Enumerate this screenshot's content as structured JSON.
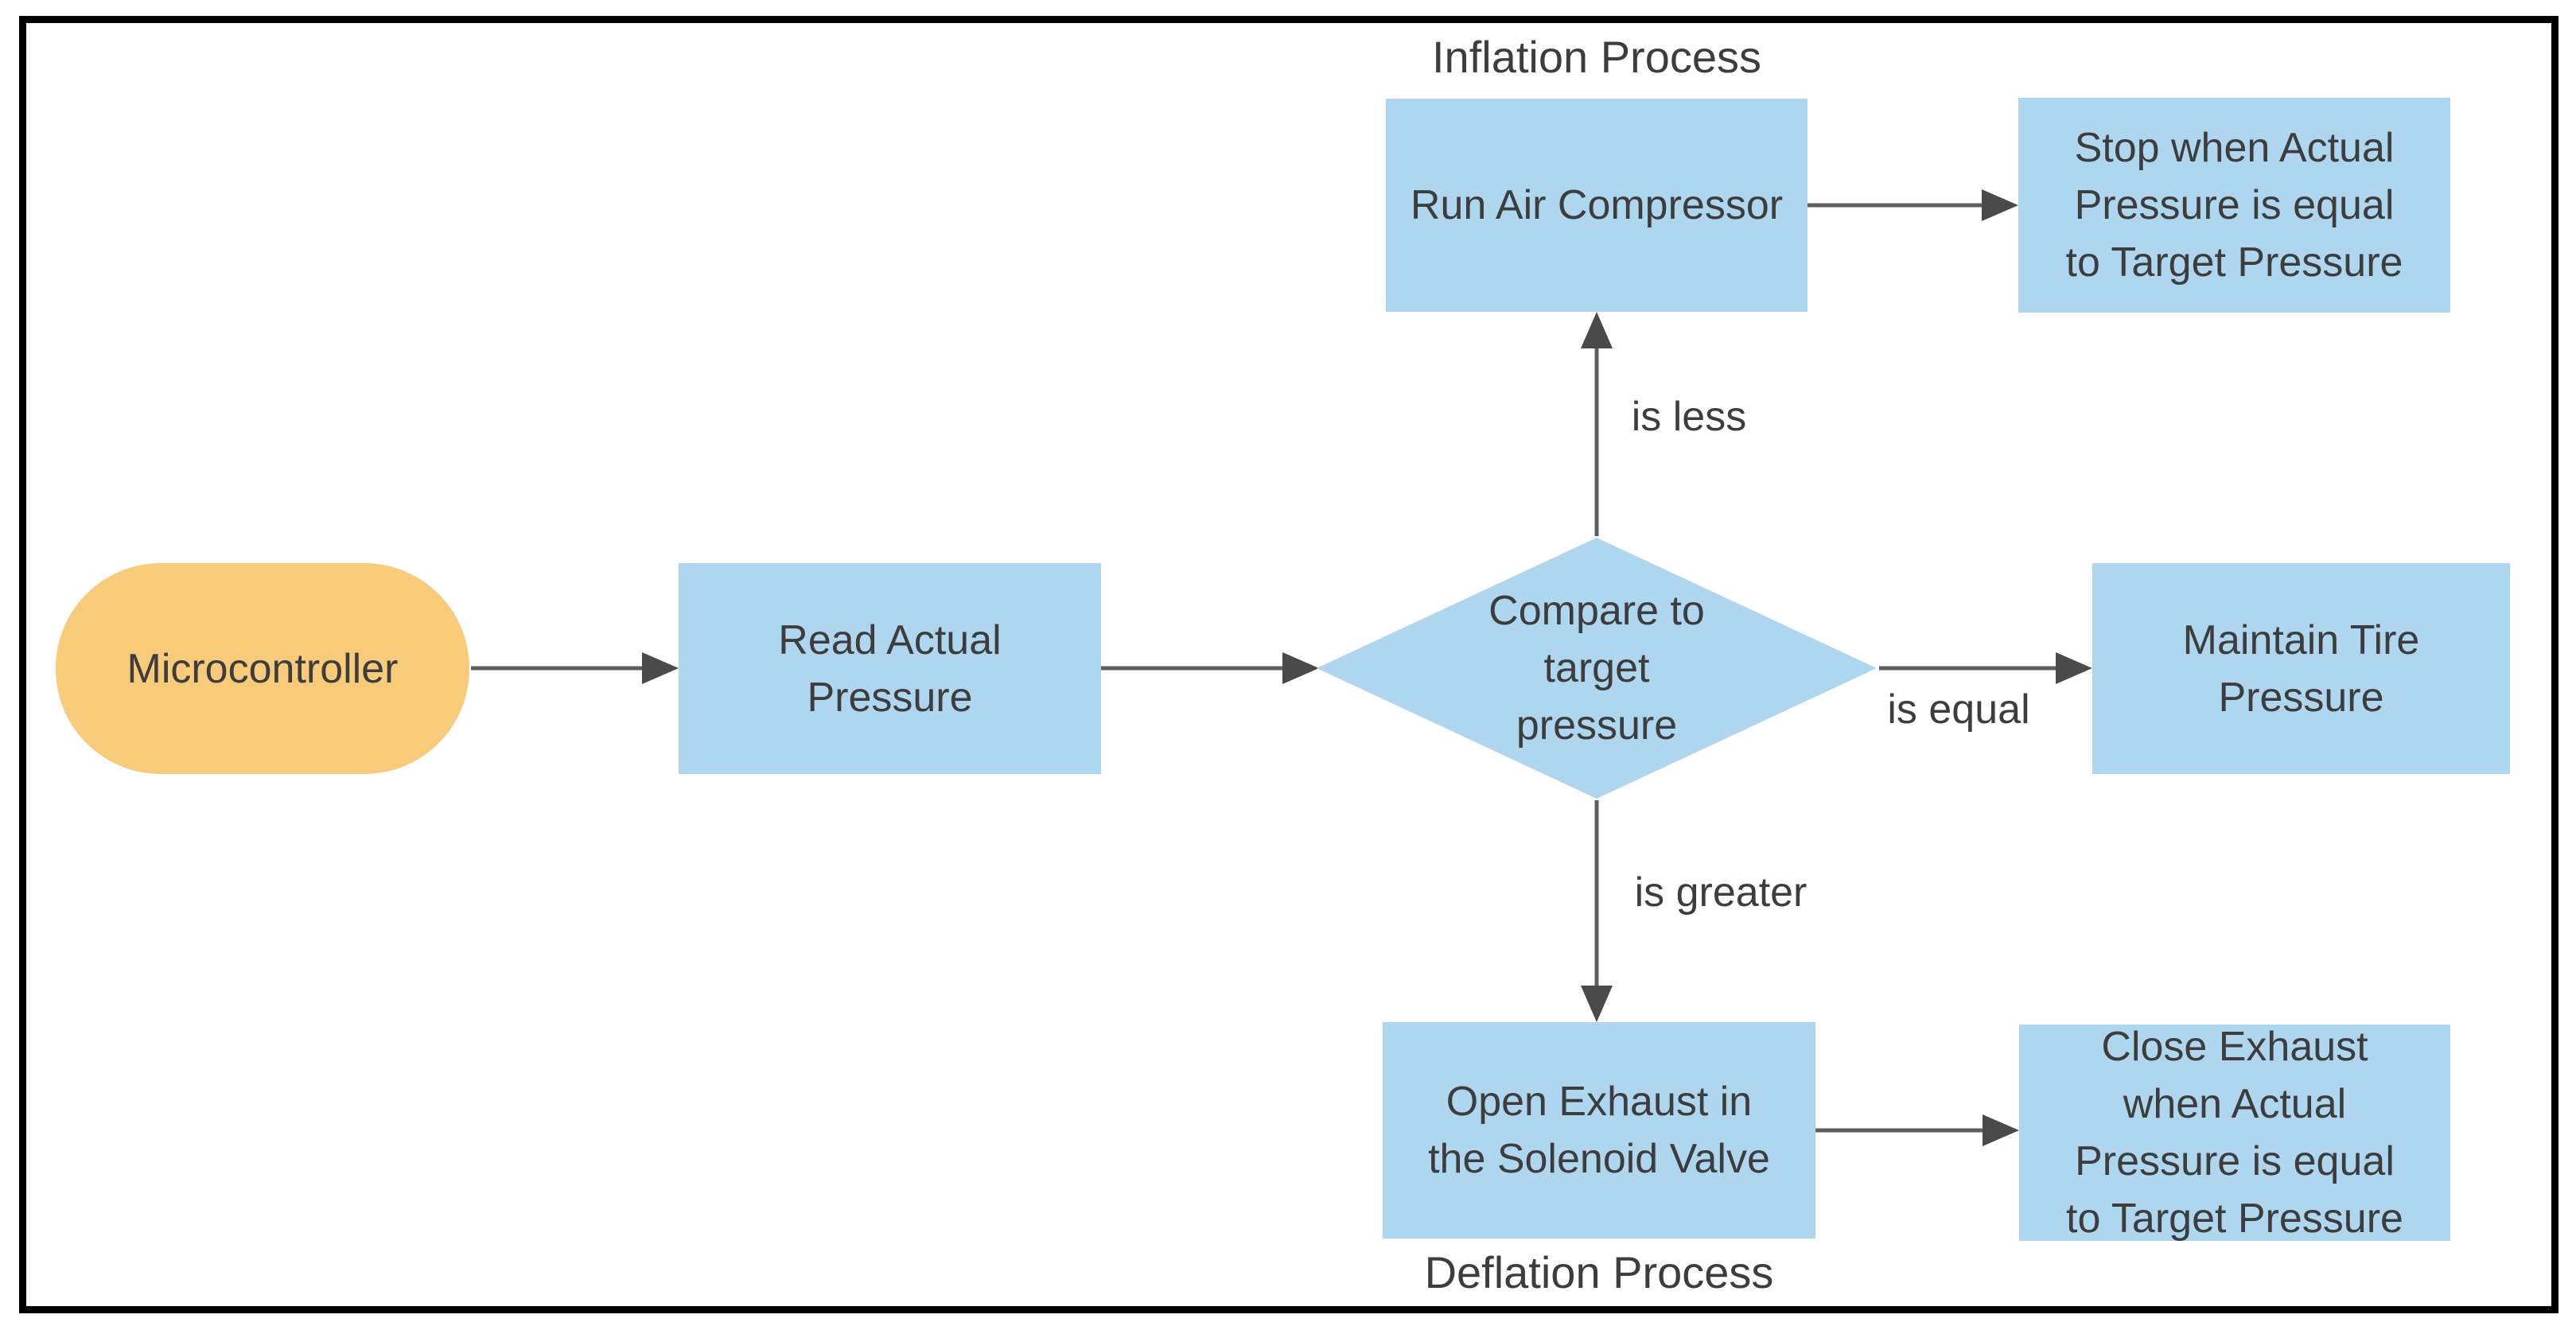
{
  "diagram": {
    "type": "flowchart",
    "titles": {
      "inflation": "Inflation Process",
      "deflation": "Deflation Process"
    },
    "nodes": {
      "microcontroller": {
        "label": "Microcontroller",
        "shape": "terminator"
      },
      "read_pressure": {
        "label": "Read Actual Pressure",
        "shape": "process"
      },
      "compare": {
        "label": "Compare to target pressure",
        "shape": "decision"
      },
      "run_compressor": {
        "label": "Run Air Compressor",
        "shape": "process"
      },
      "stop_compressor": {
        "label": "Stop when Actual Pressure is equal to Target Pressure",
        "shape": "process"
      },
      "maintain": {
        "label": "Maintain Tire Pressure",
        "shape": "process"
      },
      "open_exhaust": {
        "label": "Open Exhaust in the Solenoid Valve",
        "shape": "process"
      },
      "close_exhaust": {
        "label": "Close Exhaust when Actual Pressure is equal to Target Pressure",
        "shape": "process"
      }
    },
    "edge_labels": {
      "less": "is less",
      "equal": "is equal",
      "greater": "is greater"
    },
    "colors": {
      "process_fill": "#afd6ef",
      "decision_fill": "#afd6ef",
      "terminator_fill": "#f7cb79",
      "arrow_line": "#5e5e5e",
      "arrow_head": "#4a4a4a",
      "text": "#3d3d3d",
      "frame_border": "#000000",
      "background": "#ffffff"
    }
  }
}
